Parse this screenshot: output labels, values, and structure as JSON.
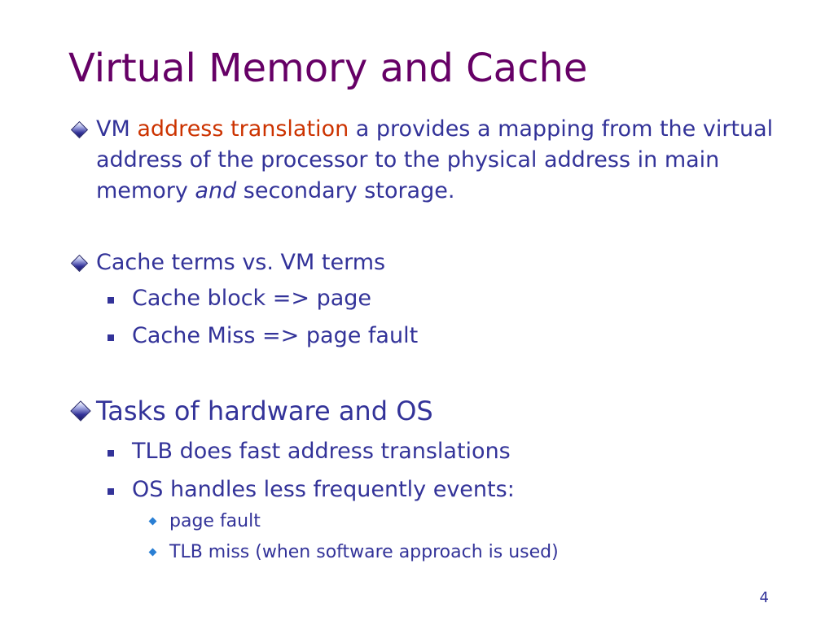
{
  "title": "Virtual Memory and Cache",
  "bullet1": {
    "lead": "VM ",
    "highlight": "address translation",
    "mid": " a provides a mapping from the virtual address of the processor to the physical address in main memory ",
    "italic": "and",
    "tail": " secondary storage."
  },
  "bullet2": {
    "text": "Cache terms vs. VM terms",
    "subs": [
      "Cache block => page",
      "Cache Miss => page fault"
    ]
  },
  "bullet3": {
    "text": "Tasks of hardware and OS",
    "subs": [
      "TLB does fast address translations",
      "OS handles less frequently events:"
    ],
    "subsubs": [
      "page fault",
      "TLB miss (when software approach is used)"
    ]
  },
  "page_number": "4",
  "colors": {
    "title": "#660066",
    "body": "#333399",
    "accent": "#cc3300",
    "subsub_bullet": "#2a7fd4"
  }
}
